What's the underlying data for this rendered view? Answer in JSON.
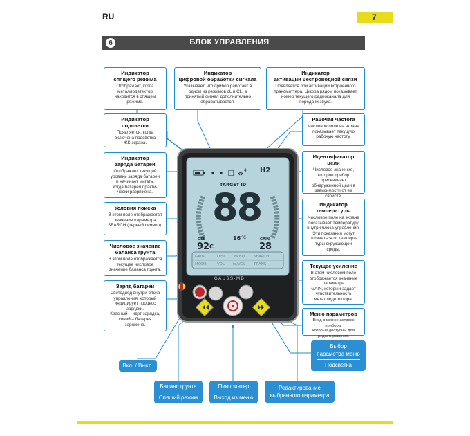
{
  "header": {
    "lang": "RU",
    "page": "7"
  },
  "section": {
    "number": "6",
    "title": "БЛОК УПРАВЛЕНИЯ"
  },
  "callouts": {
    "sleep": {
      "title": "Индикатор\nспящего режима",
      "desc": "Отображает, когда\nметаллодетектор\nнаходится в спящем\nрежиме."
    },
    "dsp": {
      "title": "Индикатор\nцифровой обработки сигнала",
      "desc": "Указывает, что прибор работает в\nодном из режимов cL и CL, а\nпринятый сигнал дополнительно\nобрабатывается."
    },
    "wireless": {
      "title": "Индикатор\nактивации беспроводной связи",
      "desc": "Появляется при активации встроенного\nтрансмиттера. Цифра рядом показывает\nномер текущего радиоканала для\nпередачи звука."
    },
    "backlight": {
      "title": "Индикатор\nподсветки",
      "desc": "Появляется, когда\nвключена подсветка\nЖК-экрана."
    },
    "frequency": {
      "title": "Рабочая частота",
      "desc": "Числовое поле на экране\nпоказывает текущую\nрабочую частоту."
    },
    "battery_ind": {
      "title": "Индикатор\nзаряда батареи",
      "desc": "Отображает текущий\nуровень заряда батареи\nи начинает мигать,\nкогда батарея практи-\nчески разряжена."
    },
    "target": {
      "title": "Идентификатор\nцели",
      "desc": "Числовое значение,\nкоторое прибор\nприсваивает\nобнаруженной цели в\nзависимости от ее свойств."
    },
    "search": {
      "title": "Условия поиска",
      "desc": "В этом поле отображается\nзначение параметра\nSEARCH (первый символ)."
    },
    "temperature": {
      "title": "Индикатор\nтемпературы",
      "desc": "Числовое поле на экране\nпоказывает температуру\nвнутри блока управления.\nЭти показания могут\nотличаться от темпера-\nтуры окружающей\nсреды."
    },
    "ground": {
      "title": "Числовое значение\nбаланса грунта",
      "desc": "В этом поле отображается\nтекущее числовое\nзначение баланса грунта."
    },
    "gain": {
      "title": "Текущее усиление",
      "desc": "В этом числовом поле\nотображается значение\nпараметра\nGAIN, который задает\nчувствительность\nметаллодетектора."
    },
    "charge": {
      "title": "Заряд батареи",
      "desc": "Светодиод внутри блока\nуправления, который\nиндицирует процесс\nзарядки.\nКрасный – идет зарядка,\nсиний – батарея\nзаряжена."
    },
    "menu": {
      "title": "Меню параметров",
      "desc": "Вход в меню настроек прибора,\nкоторые доступны для\nредактирования."
    }
  },
  "buttons": {
    "power": "Вкл. / Выкл.",
    "ground": {
      "top": "Баланс грунта",
      "bottom": "Спящий режим"
    },
    "pinpoint": {
      "top": "Пинпоинтер",
      "bottom": "Выход из меню"
    },
    "edit": "Редактирование\nвыбранного параметра",
    "select": {
      "top": "Выбор\nпараметра меню",
      "bottom": "Подсветка"
    }
  },
  "lcd": {
    "target_label": "TARGET ID",
    "target_digits": "88",
    "freq_value": "H2",
    "wireless_channel": "4",
    "gb_label": "GEB",
    "gb_value": "92",
    "gb_suffix": "C",
    "gain_label": "GAIN",
    "gain_value": "28",
    "temp_value": "16",
    "temp_unit": "°C",
    "menu_row1": [
      "GAIN",
      "DISC",
      "FREQ",
      "SEARCH"
    ],
    "menu_row2": [
      "MODE",
      "VOL",
      "fe/VOL",
      "TRANS"
    ],
    "brand": "GAUSS·MD"
  },
  "colors": {
    "accent": "#1e8ed0",
    "yellow": "#e7dc1c",
    "section_bar": "#4a4a4a",
    "lcd_bg": "#b7d3dc"
  }
}
